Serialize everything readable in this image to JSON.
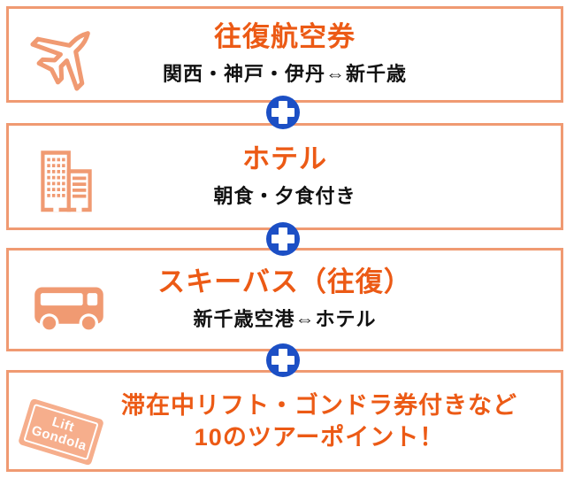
{
  "colors": {
    "accent_orange": "#EC5A15",
    "border_salmon": "#F09A72",
    "ticket_salmon": "#F6AE8C",
    "plus_blue": "#1C4FC5",
    "subtitle_black": "#111111"
  },
  "sections": [
    {
      "id": "flight",
      "icon": "airplane-icon",
      "title": "往復航空券",
      "subtitle": "関西・神戸・伊丹⇔新千歳"
    },
    {
      "id": "hotel",
      "icon": "building-icon",
      "title": "ホテル",
      "subtitle": "朝食・夕食付き"
    },
    {
      "id": "ski-bus",
      "icon": "bus-icon",
      "title": "スキーバス（往復）",
      "subtitle": "新千歳空港⇔ホテル"
    },
    {
      "id": "tour-points",
      "icon": "lift-gondola-ticket-icon",
      "line1": "滞在中リフト・ゴンドラ券付きなど",
      "line2": "10のツアーポイント！",
      "ticket_label": {
        "line1": "Lift",
        "line2": "Gondola"
      }
    }
  ],
  "connectors": [
    {
      "symbol": "+"
    },
    {
      "symbol": "+"
    },
    {
      "symbol": "+"
    }
  ]
}
